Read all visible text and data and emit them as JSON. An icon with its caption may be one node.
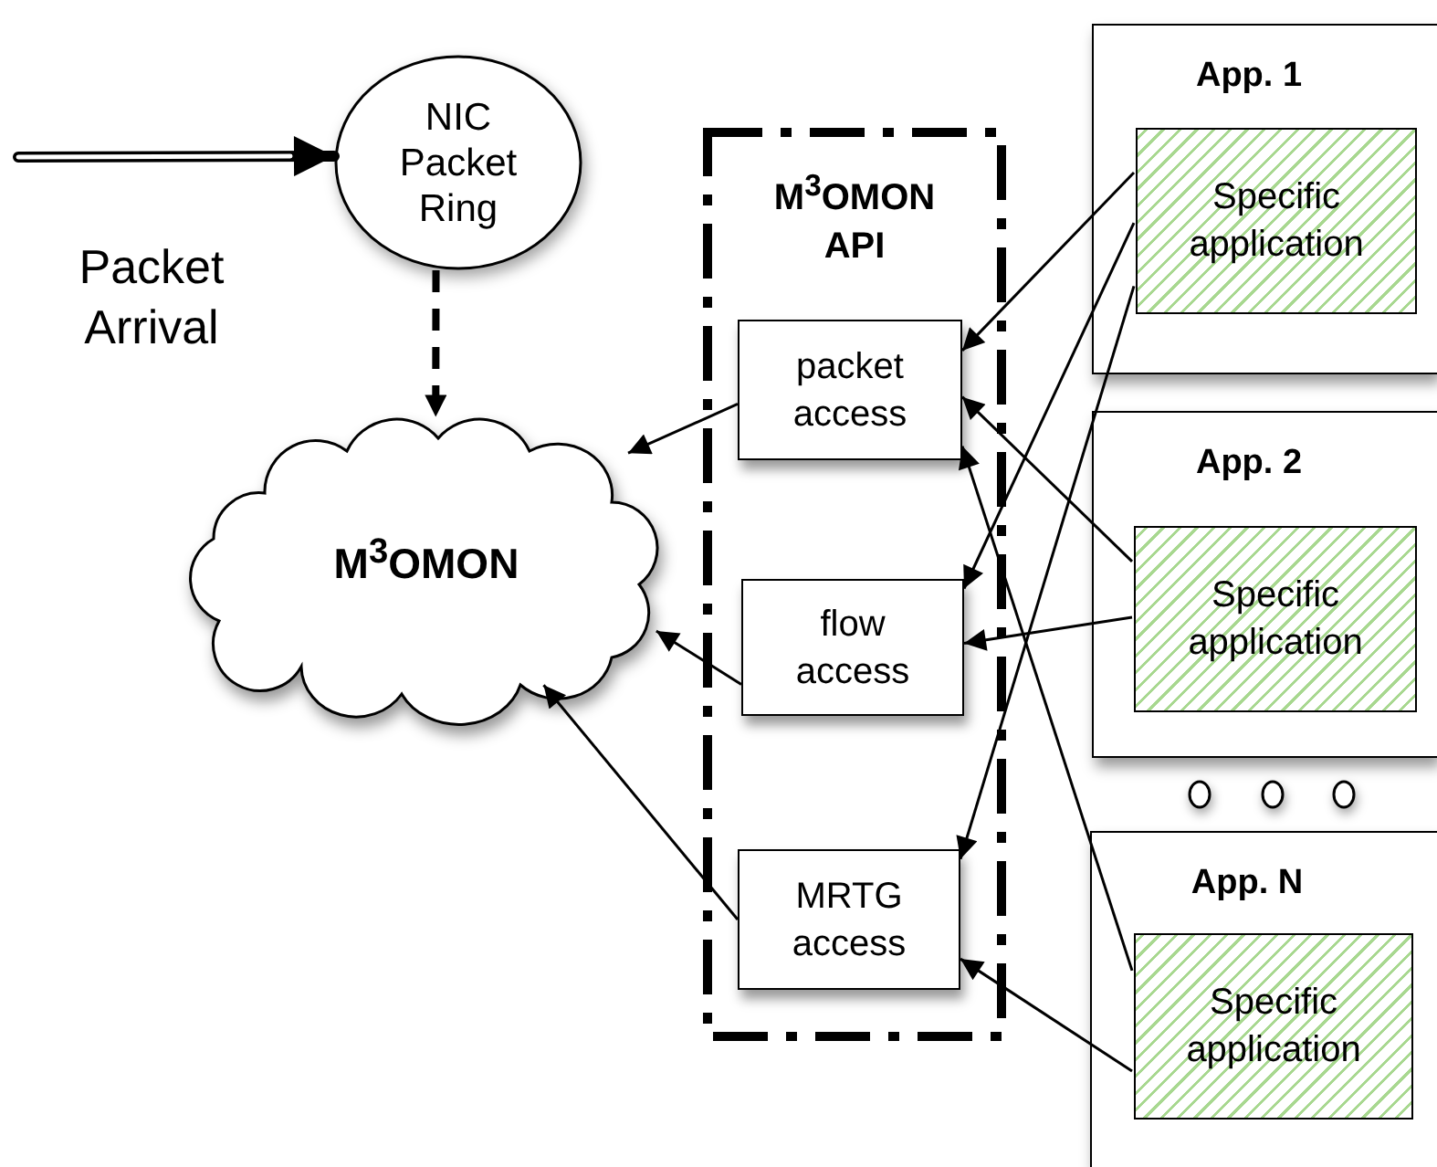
{
  "diagram": {
    "nodes": [
      {
        "text": [
          "NIC Packet Ring"
        ]
      },
      {
        "text": [
          "M$^{3}$OMON"
        ]
      },
      {
        "text": [
          "M$^{3}$OMON API"
        ]
      },
      {
        "text": [
          "packet access"
        ],
        "in": 2
      },
      {
        "text": [
          "flow access"
        ],
        "in": 2
      },
      {
        "text": [
          "MRTG access"
        ],
        "in": 2
      },
      {
        "text": [
          "App. 1"
        ]
      },
      {
        "text": [
          "Specific application"
        ],
        "in": 6
      },
      {
        "text": [
          "App. 2"
        ]
      },
      {
        "text": [
          "Specific application"
        ],
        "in": 8
      },
      {
        "text": [
          "App. N"
        ]
      },
      {
        "text": [
          "Specific application"
        ],
        "in": 10
      }
    ],
    "edges": [
      {
        "from": null,
        "to": 0,
        "arrow": "to",
        "style": "thick"
      },
      {
        "from": 0,
        "to": 1,
        "arrow": "to",
        "style": "dashed"
      },
      {
        "from": 3,
        "to": 1,
        "arrow": "to"
      },
      {
        "from": 4,
        "to": 1,
        "arrow": "to"
      },
      {
        "from": 5,
        "to": 1,
        "arrow": "to"
      },
      {
        "from": 7,
        "to": 3,
        "arrow": "to"
      },
      {
        "from": 7,
        "to": 4,
        "arrow": "to"
      },
      {
        "from": 7,
        "to": 5,
        "arrow": "to"
      },
      {
        "from": 9,
        "to": 3,
        "arrow": "to"
      },
      {
        "from": 9,
        "to": 4,
        "arrow": "to"
      },
      {
        "from": 11,
        "to": 3,
        "arrow": "to"
      },
      {
        "from": 11,
        "to": 5,
        "arrow": "to"
      }
    ],
    "labels": [
      "Packet Arrival"
    ]
  }
}
